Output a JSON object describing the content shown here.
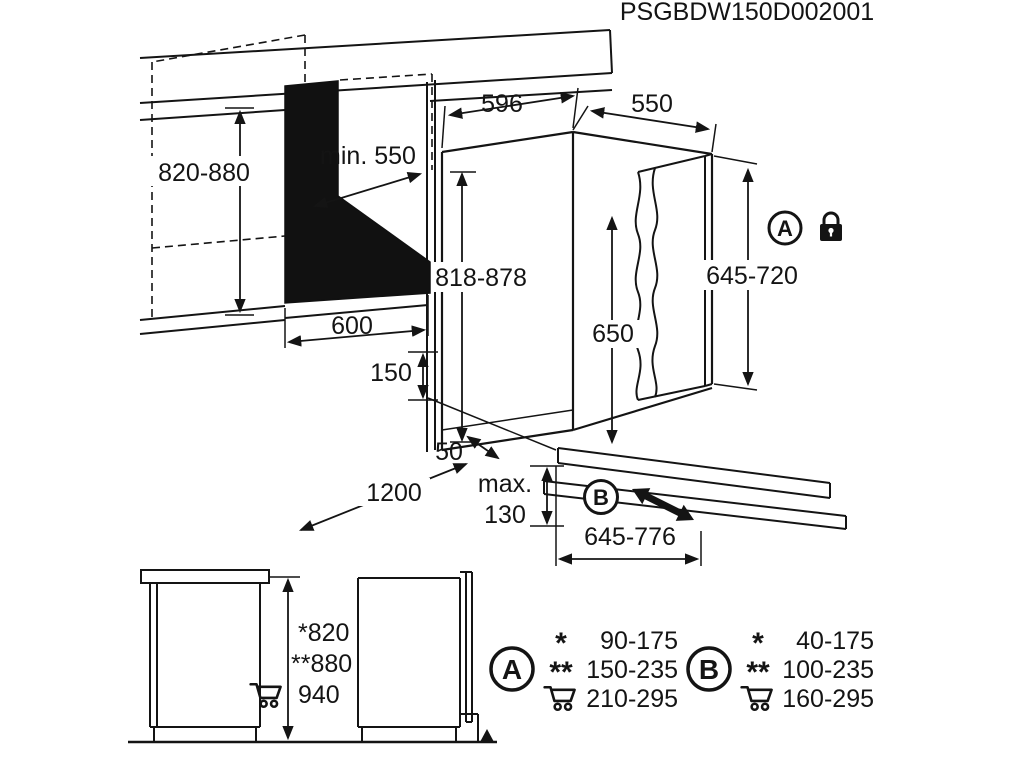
{
  "header": {
    "doc_code": "PSGBDW150D002001"
  },
  "installation": {
    "niche_height": "820-880",
    "niche_min_depth": "min. 550",
    "niche_width": "600",
    "appliance_width": "596",
    "appliance_depth": "550",
    "appliance_height": "818-878",
    "door_panel_height": "645-720",
    "door_height": "650",
    "plinth_clearance": "150",
    "gap": "50",
    "hose_length": "1200",
    "max_label": "max.",
    "max_value": "130",
    "plinth_panel_range": "645-776",
    "marker_a": "A",
    "marker_b": "B"
  },
  "height_options": {
    "standard": "*820",
    "raised": "**880",
    "max_with_cart": "940"
  },
  "adjustment_tables": {
    "a": {
      "label": "A",
      "rows": [
        {
          "symbol": "*",
          "value": "90-175"
        },
        {
          "symbol": "**",
          "value": "150-235"
        },
        {
          "symbol": "cart-icon",
          "value": "210-295"
        }
      ]
    },
    "b": {
      "label": "B",
      "rows": [
        {
          "symbol": "*",
          "value": "40-175"
        },
        {
          "symbol": "**",
          "value": "100-235"
        },
        {
          "symbol": "cart-icon",
          "value": "160-295"
        }
      ]
    }
  }
}
